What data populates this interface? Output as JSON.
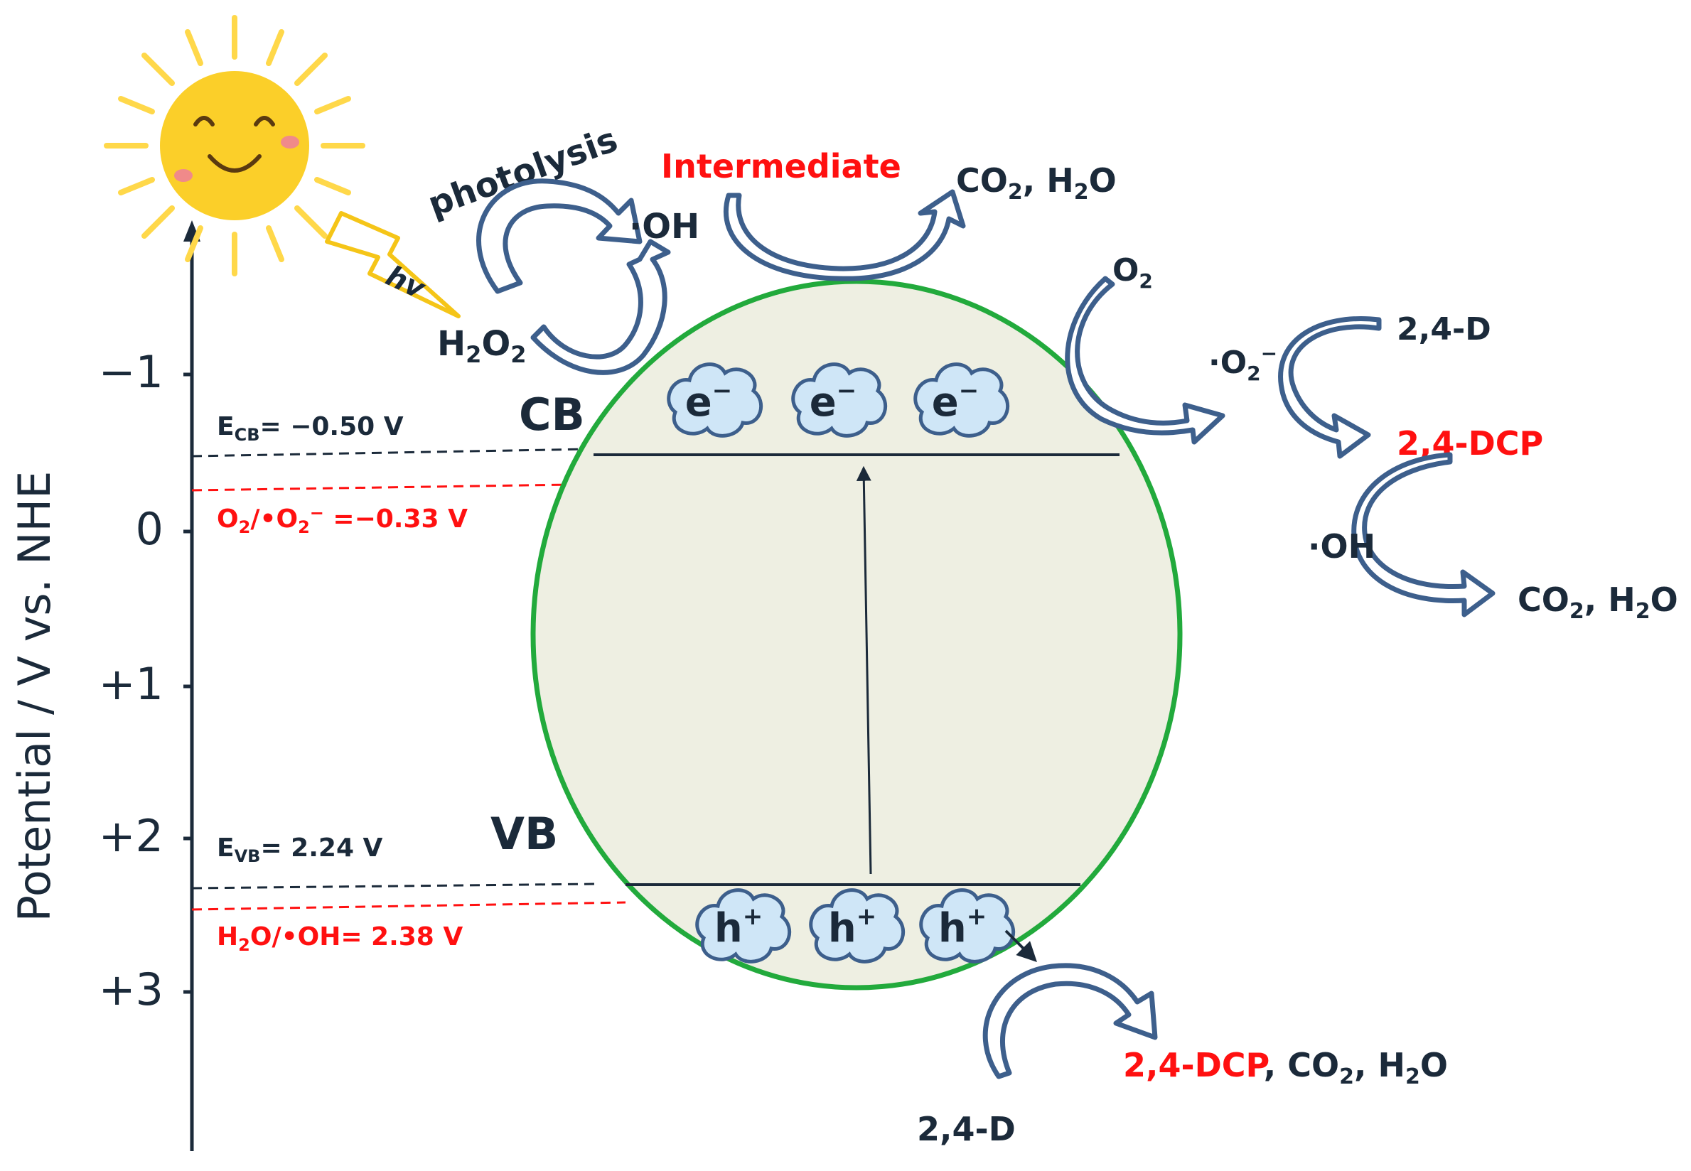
{
  "axis": {
    "label": "Potential / V vs. NHE",
    "ticks": [
      {
        "value": -1,
        "label": "−1"
      },
      {
        "value": 0,
        "label": "0"
      },
      {
        "value": 1,
        "label": "+1"
      },
      {
        "value": 2,
        "label": "+2"
      },
      {
        "value": 3,
        "label": "+3"
      }
    ]
  },
  "levels": {
    "ecb": {
      "symbol": "E",
      "sub": "CB",
      "value": "= −0.50 V",
      "color": "#1b2a3a"
    },
    "o2": {
      "text": "O",
      "sub": "2",
      "rest": "/•O",
      "sub2": "2",
      "sup": "−",
      "value": " =−0.33 V",
      "color": "#ff1010"
    },
    "evb": {
      "symbol": "E",
      "sub": "VB",
      "value": "= 2.24 V",
      "color": "#1b2a3a"
    },
    "h2o": {
      "text": "H",
      "sub": "2",
      "rest": "O/•OH= 2.38 V",
      "color": "#ff1010"
    }
  },
  "bands": {
    "cb": "CB",
    "vb": "VB"
  },
  "carriers": {
    "electron": {
      "symbol": "e",
      "sup": "−"
    },
    "hole": {
      "symbol": "h",
      "sup": "+"
    }
  },
  "sun": {
    "hv": "hv"
  },
  "photolysis": {
    "label": "photolysis",
    "h2o2": {
      "a": "H",
      "s1": "2",
      "b": "O",
      "s2": "2"
    },
    "oh": "·OH"
  },
  "intermediate": {
    "label": "Intermediate",
    "product_a": "CO",
    "sub": "2",
    "product_b": ", H",
    "sub2": "2",
    "product_c": "O"
  },
  "superoxide_path": {
    "o2": {
      "a": "O",
      "s": "2"
    },
    "radical": {
      "a": "·O",
      "s": "2",
      "sup": "−"
    },
    "reactant": "2,4-D",
    "product": "2,4-DCP",
    "oh": "·OH",
    "final": {
      "a": "CO",
      "s": "2",
      "b": ", H",
      "s2": "2",
      "c": "O"
    }
  },
  "hole_path": {
    "reactant": "2,4-D",
    "product_red": "2,4-DCP",
    "product_rest": {
      "a": ", CO",
      "s": "2",
      "b": ", H",
      "s2": "2",
      "c": "O"
    }
  },
  "colors": {
    "particle_outline": "#22aa3c",
    "particle_fill": "#eeefe2",
    "arrow_outline": "#3d5f8c",
    "sun_fill": "#fbcf29",
    "sun_ray": "#ffd84a",
    "dashed_dark": "#1b2a3a",
    "dashed_red": "#ff1010"
  }
}
